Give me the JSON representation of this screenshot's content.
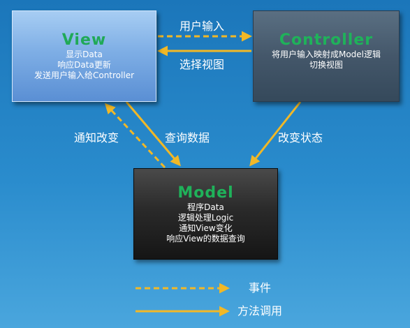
{
  "nodes": {
    "view": {
      "title": "View",
      "lines": [
        "显示Data",
        "响应Data更新",
        "发送用户输入给Controller"
      ]
    },
    "controller": {
      "title": "Controller",
      "lines": [
        "将用户输入映射成Model逻辑",
        "切换视图"
      ]
    },
    "model": {
      "title": "Model",
      "lines": [
        "程序Data",
        "逻辑处理Logic",
        "通知View变化",
        "响应View的数据查询"
      ]
    }
  },
  "edges": {
    "user_input": "用户输入",
    "select_view": "选择视图",
    "notify_change": "通知改变",
    "query_data": "查询数据",
    "change_state": "改变状态"
  },
  "legend": {
    "event": "事件",
    "method_call": "方法调用"
  },
  "colors": {
    "arrow": "#f1b827",
    "node_title": "#1fb25a",
    "text": "#ffffff"
  }
}
